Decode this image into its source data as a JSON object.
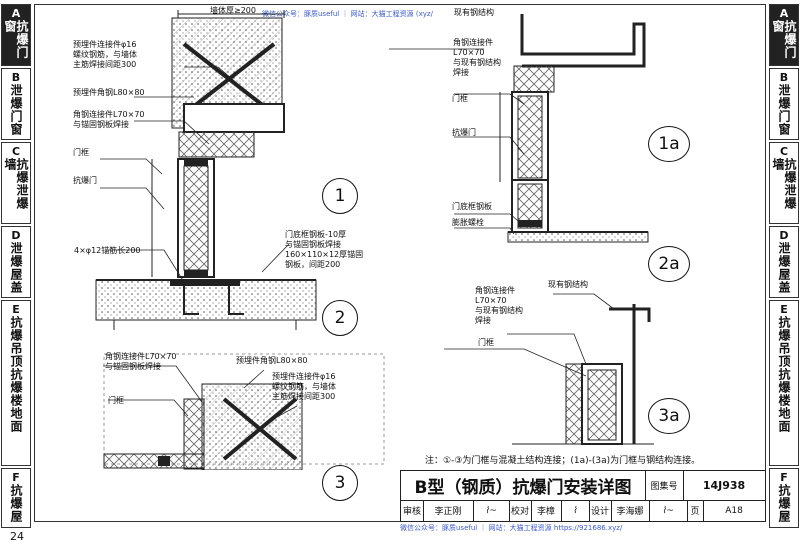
{
  "sidebar": {
    "left": [
      {
        "letter": "A",
        "chars": "抗爆门窗"
      },
      {
        "letter": "B",
        "chars": "泄爆门窗"
      },
      {
        "letter": "C",
        "chars": "抗爆泄爆墙"
      },
      {
        "letter": "D",
        "chars": "泄爆屋盖"
      },
      {
        "letter": "E",
        "chars": "抗爆吊顶抗爆楼地面"
      },
      {
        "letter": "F",
        "chars": "抗爆屋"
      }
    ],
    "right": [
      {
        "letter": "A",
        "chars": "抗爆门窗"
      },
      {
        "letter": "B",
        "chars": "泄爆门窗"
      },
      {
        "letter": "C",
        "chars": "抗爆泄爆墙"
      },
      {
        "letter": "D",
        "chars": "泄爆屋盖"
      },
      {
        "letter": "E",
        "chars": "抗爆吊顶抗爆楼地面"
      },
      {
        "letter": "F",
        "chars": "抗爆屋"
      }
    ]
  },
  "watermark_top": "微信公众号：豚质useful ｜ 网站：大猫工程资源 (xyz/",
  "watermark_bottom": "微信公众号：豚质useful ｜ 网站：大猫工程资源 https://921686.xyz/",
  "labels": {
    "wall_thickness": "墙体厚≥200",
    "embed1": "预埋件连接件φ16\n螺纹钢筋，与墙体\n主筋焊接间距300",
    "embed_angle": "预埋件角钢L80×80",
    "angle_conn": "角钢连接件L70×70\n与锚固钢板焊接",
    "door_frame": "门框",
    "blast_door": "抗爆门",
    "bottom_plate": "门底框钢板-10厚\n与锚固钢板焊接\n160×110×12厚锚固\n钢板，间距200",
    "anchor_bar": "4×φ12锚筋长200",
    "existing_steel_top": "现有钢结构",
    "angle_existing_top": "角钢连接件\nL70×70\n与现有钢结构\n焊接",
    "door_frame_r": "门框",
    "blast_door_r": "抗爆门",
    "door_bottom_plate": "门底框钢板",
    "bolt": "膨胀螺栓",
    "angle_existing_mid": "角钢连接件\nL70×70\n与现有钢结构\n焊接",
    "existing_steel_mid": "现有钢结构",
    "door_frame_mid": "门框",
    "angle_conn_3": "角钢连接件L70×70\n与锚固钢板焊接",
    "embed_angle_3": "预埋件角钢L80×80",
    "door_frame_3": "门框",
    "embed_3": "预埋件连接件φ16\n螺纹钢筋，与墙体\n主筋焊接间距300"
  },
  "callouts": {
    "c1": "1",
    "c2": "2",
    "c3": "3",
    "c1a": "1a",
    "c2a": "2a",
    "c3a": "3a"
  },
  "note": "注：①-③为门框与混凝土结构连接；(1a)-(3a)为门框与钢结构连接。",
  "titleblock": {
    "title": "B型（钢质）抗爆门安装详图",
    "atlas_label": "图集号",
    "atlas_no": "14J938",
    "review_label": "审核",
    "reviewer": "李正刚",
    "check_label": "校对",
    "checker": "李樟",
    "design_label": "设计",
    "designer": "李海娜",
    "page_label": "页",
    "page_no": "A18"
  },
  "page_number": "24"
}
